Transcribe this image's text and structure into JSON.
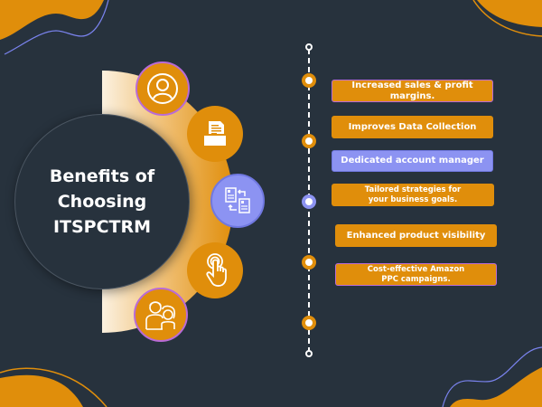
{
  "colors": {
    "background": "#27323d",
    "accent_orange": "#e08e0b",
    "accent_blue": "#8c93f2",
    "accent_purple": "#b96bd6",
    "text": "#ffffff"
  },
  "hub": {
    "title_line1": "Benefits of",
    "title_line2": "Choosing",
    "title_line3": "ITSPCTRM"
  },
  "icons": [
    {
      "name": "user-profile-icon",
      "style": "orange-purple-border"
    },
    {
      "name": "document-folder-icon",
      "style": "orange"
    },
    {
      "name": "document-exchange-icon",
      "style": "blue"
    },
    {
      "name": "touch-tap-icon",
      "style": "orange"
    },
    {
      "name": "people-family-icon",
      "style": "orange-purple-border"
    }
  ],
  "benefits": [
    {
      "label": "Increased sales & profit margins.",
      "style": "orange-purple-border"
    },
    {
      "label": "Improves Data Collection",
      "style": "orange"
    },
    {
      "label": "Dedicated account manager",
      "style": "blue"
    },
    {
      "label": "Tailored strategies for your business goals.",
      "style": "orange-small"
    },
    {
      "label": "Enhanced product visibility",
      "style": "orange"
    },
    {
      "label": "Cost-effective Amazon PPC campaigns.",
      "style": "orange-purple-border-small"
    }
  ],
  "timeline": {
    "node_count": 5,
    "highlighted_node_index": 2
  }
}
